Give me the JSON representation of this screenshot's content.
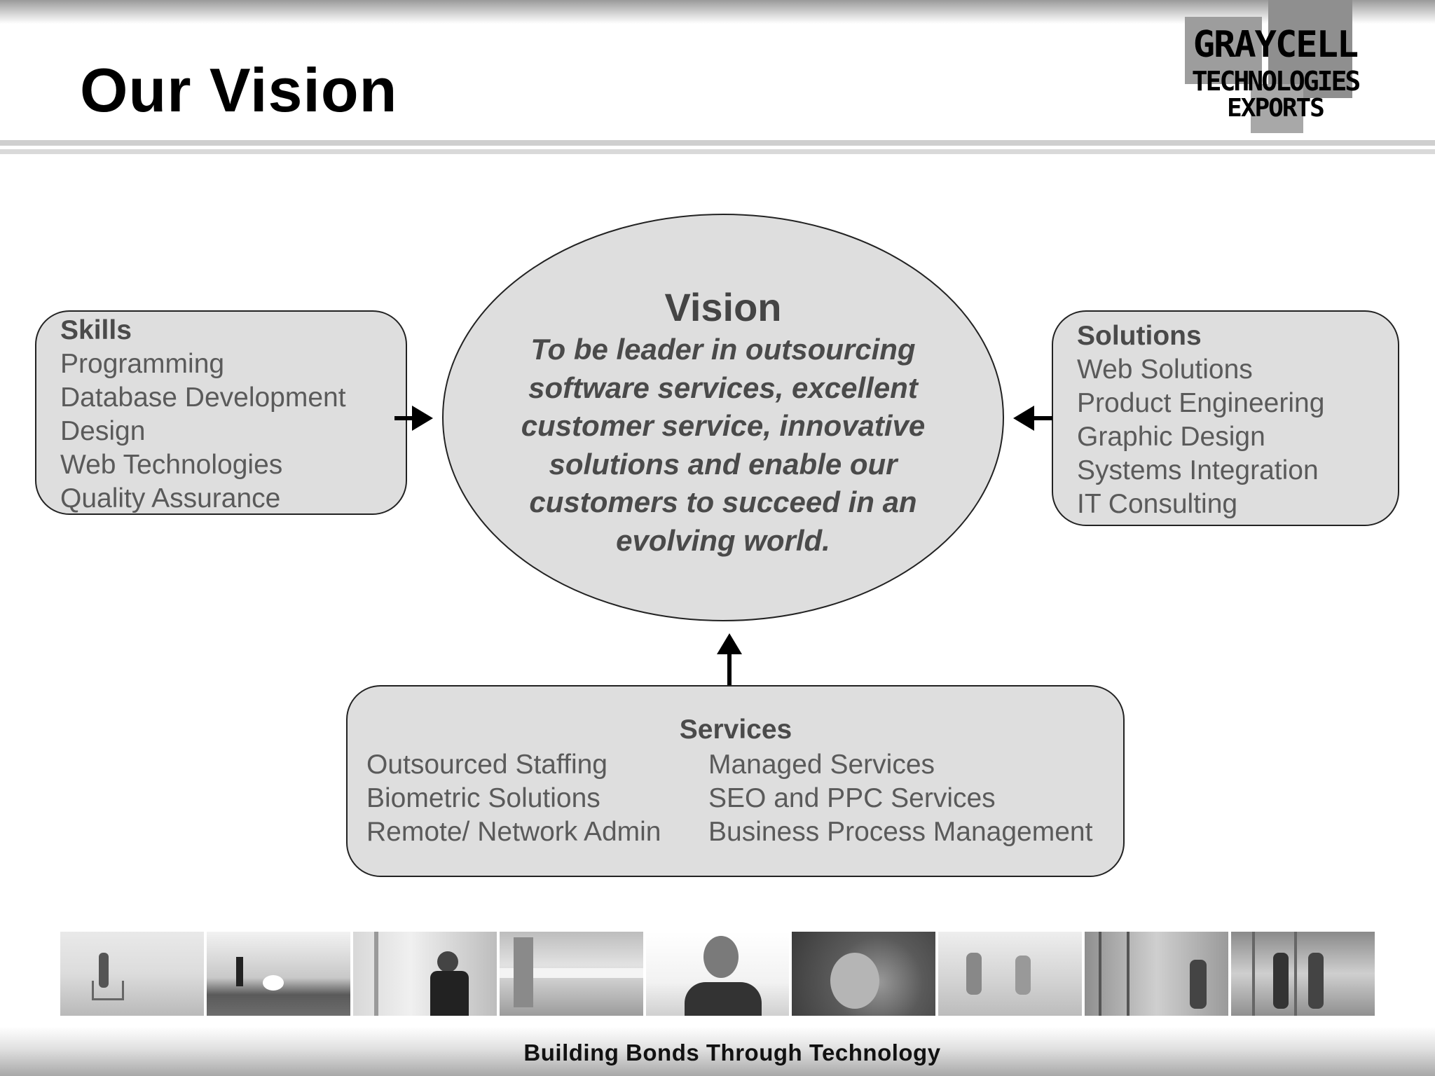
{
  "page": {
    "title": "Our Vision",
    "tagline": "Building Bonds Through Technology"
  },
  "logo": {
    "line1": "GRAYCELL",
    "line2": "TECHNOLOGIES",
    "line3": "EXPORTS"
  },
  "skills": {
    "heading": "Skills",
    "items": [
      "Programming",
      "Database Development",
      "Design",
      "Web Technologies",
      "Quality Assurance"
    ]
  },
  "vision": {
    "heading": "Vision",
    "lines": [
      "To be leader in outsourcing",
      "software services, excellent",
      "customer service, innovative",
      "solutions and enable our",
      "customers to succeed in an",
      "evolving world."
    ]
  },
  "solutions": {
    "heading": "Solutions",
    "items": [
      "Web Solutions",
      "Product Engineering",
      "Graphic Design",
      "Systems Integration",
      "IT Consulting"
    ]
  },
  "services": {
    "heading": "Services",
    "left": [
      "Outsourced Staffing",
      "Biometric Solutions",
      "Remote/ Network Admin"
    ],
    "right": [
      "Managed Services",
      "SEO and PPC Services",
      "Business Process Management"
    ]
  },
  "colors": {
    "shape_fill": "#dedede",
    "shape_stroke": "#222222",
    "arrow": "#000000"
  },
  "photo_strip": [
    "beach-chair-photo",
    "sunset-silhouette-photo",
    "businessman-doorway-photo",
    "office-lobby-photo",
    "smiling-man-photo",
    "phone-call-photo",
    "meeting-group-photo",
    "walking-people-photo",
    "handshake-photo"
  ]
}
